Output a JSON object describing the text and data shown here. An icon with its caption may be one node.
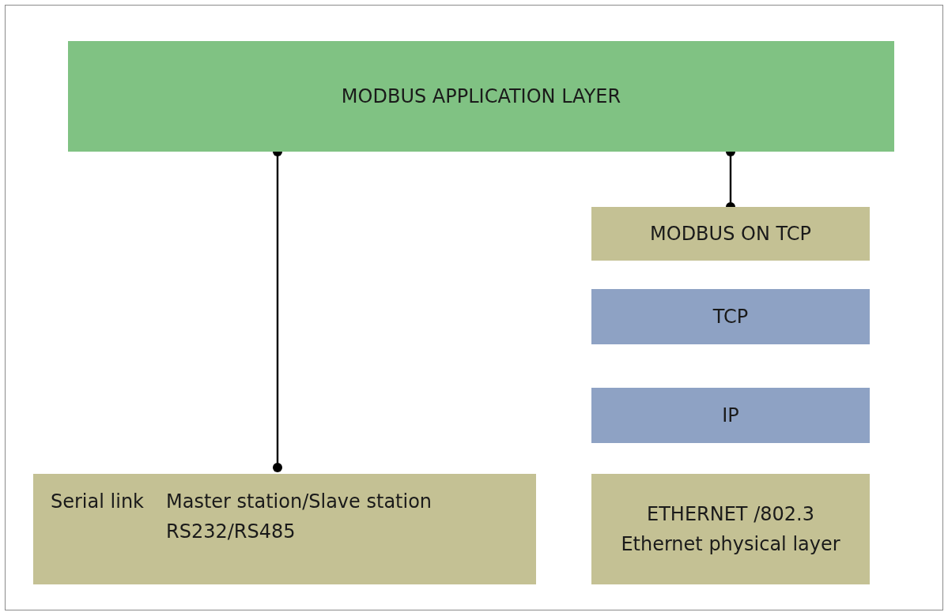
{
  "diagram": {
    "nodes": [
      {
        "text": [
          "MODBUS APPLICATION LAYER"
        ]
      },
      {
        "text": [
          "MODBUS ON TCP"
        ]
      },
      {
        "text": [
          "TCP"
        ]
      },
      {
        "text": [
          "IP"
        ]
      },
      {
        "text": [
          "Serial link",
          "Master station/Slave station",
          "RS232/RS485"
        ]
      },
      {
        "text": [
          "ETHERNET /802.3",
          "Ethernet physical layer"
        ]
      }
    ],
    "edges": [
      {
        "from": 0,
        "to": 4,
        "arrow": "other"
      },
      {
        "from": 0,
        "to": 1,
        "arrow": "other"
      }
    ]
  }
}
